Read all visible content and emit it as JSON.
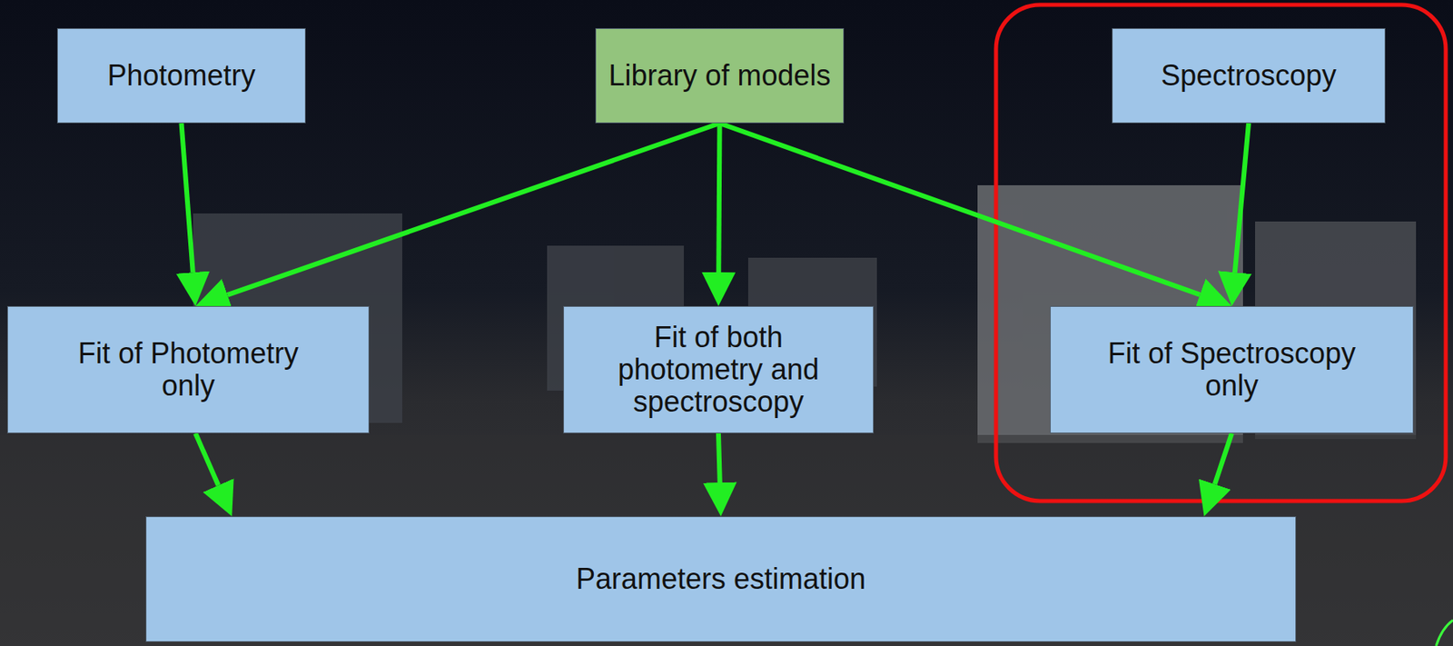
{
  "diagram": {
    "nodes": [
      {
        "text": [
          "Photometry"
        ]
      },
      {
        "text": [
          "Library of models"
        ]
      },
      {
        "text": [
          "Spectroscopy"
        ]
      },
      {
        "text": [
          "Fit of Photometry only"
        ]
      },
      {
        "text": [
          "Fit of both photometry and spectroscopy"
        ]
      },
      {
        "text": [
          "Fit of Spectroscopy only"
        ]
      },
      {
        "text": [
          "Parameters estimation"
        ]
      }
    ],
    "edges": [
      {
        "from": 0,
        "to": 3,
        "arrow": "to"
      },
      {
        "from": 1,
        "to": 3,
        "arrow": "to"
      },
      {
        "from": 1,
        "to": 4,
        "arrow": "to"
      },
      {
        "from": 1,
        "to": 5,
        "arrow": "to"
      },
      {
        "from": 2,
        "to": 5,
        "arrow": "to"
      },
      {
        "from": 3,
        "to": 6,
        "arrow": "to"
      },
      {
        "from": 4,
        "to": 6,
        "arrow": "to"
      },
      {
        "from": 5,
        "to": 6,
        "arrow": "to"
      }
    ]
  }
}
